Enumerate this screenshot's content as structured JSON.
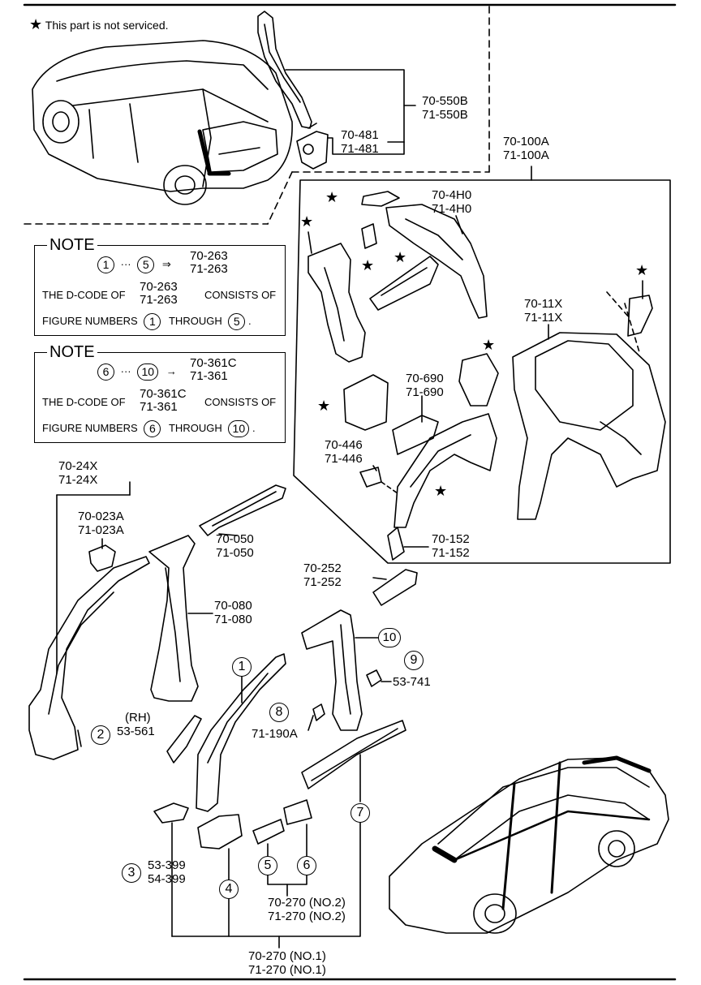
{
  "legend": {
    "symbol": "★",
    "text": "This part is not serviced."
  },
  "notes": [
    {
      "title": "NOTE",
      "from": "1",
      "to": "5",
      "arrow": "⇒",
      "codes": [
        "70-263",
        "71-263"
      ],
      "prefix": "THE D-CODE OF",
      "suffix": "CONSISTS OF",
      "figure_text": "FIGURE NUMBERS",
      "through": "THROUGH",
      "end": "."
    },
    {
      "title": "NOTE",
      "from": "6",
      "to": "10",
      "arrow": "→",
      "codes": [
        "70-361C",
        "71-361"
      ],
      "prefix": "THE D-CODE OF",
      "suffix": "CONSISTS OF",
      "figure_text": "FIGURE NUMBERS",
      "through": "THROUGH",
      "end": "."
    }
  ],
  "labels": {
    "pillar_upper": [
      "70-550B",
      "71-550B"
    ],
    "bracket_481": [
      "70-481",
      "71-481"
    ],
    "quarter_assy": [
      "70-100A",
      "71-100A"
    ],
    "inner_4h0": [
      "70-4H0",
      "71-4H0"
    ],
    "outer_11x": [
      "70-11X",
      "71-11X"
    ],
    "wheelhouse_690": [
      "70-690",
      "71-690"
    ],
    "bracket_446": [
      "70-446",
      "71-446"
    ],
    "lower_152": [
      "70-152",
      "71-152"
    ],
    "front_24x": [
      "70-24X",
      "71-24X"
    ],
    "gusset_023a": [
      "70-023A",
      "71-023A"
    ],
    "rail_050": [
      "70-050",
      "71-050"
    ],
    "pillar_080": [
      "70-080",
      "71-080"
    ],
    "rail_252": [
      "70-252",
      "71-252"
    ],
    "clip_741": [
      "53-741"
    ],
    "rh_561": [
      "(RH)",
      "53-561"
    ],
    "part_190a": [
      "71-190A"
    ],
    "part_399": [
      "53-399",
      "54-399"
    ],
    "sill_no2": [
      "70-270 (NO.2)",
      "71-270 (NO.2)"
    ],
    "sill_no1": [
      "70-270 (NO.1)",
      "71-270 (NO.1)"
    ]
  },
  "callouts": [
    "1",
    "2",
    "3",
    "4",
    "5",
    "6",
    "7",
    "8",
    "9",
    "10"
  ],
  "colors": {
    "line": "#000000",
    "background": "#ffffff"
  }
}
